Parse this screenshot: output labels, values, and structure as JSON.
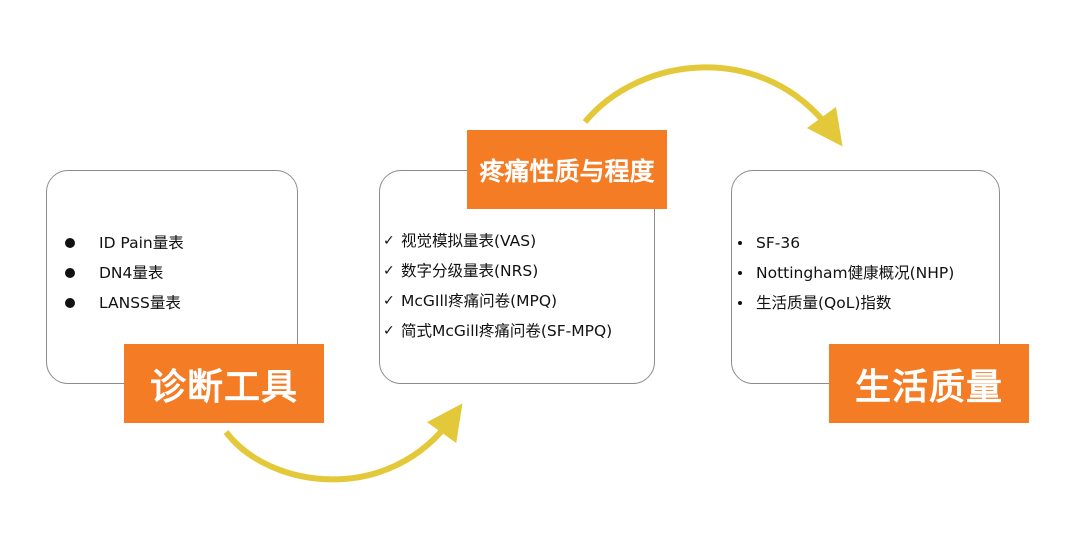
{
  "colors": {
    "label_bg": "#f47c25",
    "arrow": "#e3c93a",
    "card_border": "#8c8c8c"
  },
  "cards": [
    {
      "label": "诊断工具",
      "bullet": "dot",
      "items": [
        "ID Pain量表",
        "DN4量表",
        "LANSS量表"
      ]
    },
    {
      "label": "疼痛性质与程度",
      "bullet": "check",
      "items": [
        "视觉模拟量表(VAS)",
        "数字分级量表(NRS)",
        "McGIll疼痛问卷(MPQ)",
        "简式McGill疼痛问卷(SF-MPQ)"
      ]
    },
    {
      "label": "生活质量",
      "bullet": "small-dot",
      "items": [
        "SF-36",
        "Nottingham健康概况(NHP)",
        "生活质量(QoL)指数"
      ]
    }
  ],
  "check_glyph": "✓"
}
